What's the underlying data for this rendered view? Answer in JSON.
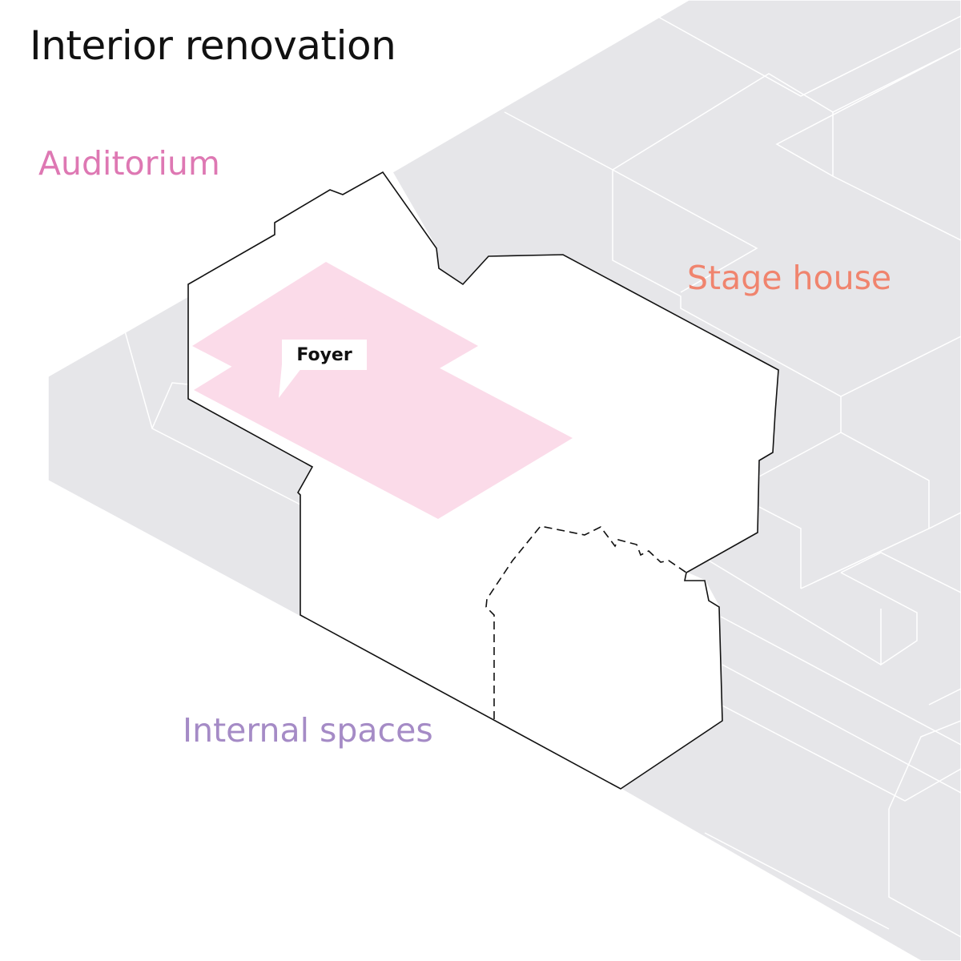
{
  "title": "Interior renovation",
  "labels": {
    "auditorium": "Auditorium",
    "stage_house": "Stage house",
    "internal_spaces": "Internal spaces",
    "foyer": "Foyer"
  },
  "colors": {
    "auditorium": "#de78b3",
    "stage_house": "#f0846e",
    "internal_spaces": "#a58bc6",
    "context_gray": "#e6e6e9",
    "highlight_pink": "#f7c6dd"
  }
}
